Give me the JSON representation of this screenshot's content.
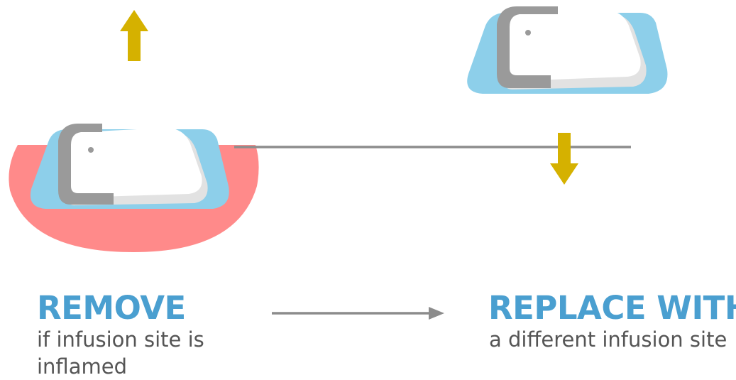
{
  "remove": {
    "heading": "REMOVE",
    "caption_line1": "if infusion site is",
    "caption_line2": "inflamed"
  },
  "replace": {
    "heading": "REPLACE WITH",
    "caption": "a different infusion site"
  },
  "colors": {
    "heading_blue": "#4a9fd0",
    "caption_gray": "#555555",
    "arrow_gold": "#d5b100",
    "inflamed_red": "#ff8a8a",
    "patch_blue": "#8dcfea",
    "pod_white": "#ffffff",
    "pod_shadow": "#e2e2e2",
    "pod_clip_gray": "#9a9a9a",
    "connector_gray": "#8c8c8c"
  },
  "icons": {
    "up_arrow": "up-arrow-icon",
    "down_arrow": "down-arrow-icon",
    "flow_arrow": "right-arrow-icon",
    "pod": "infusion-pod-icon"
  }
}
